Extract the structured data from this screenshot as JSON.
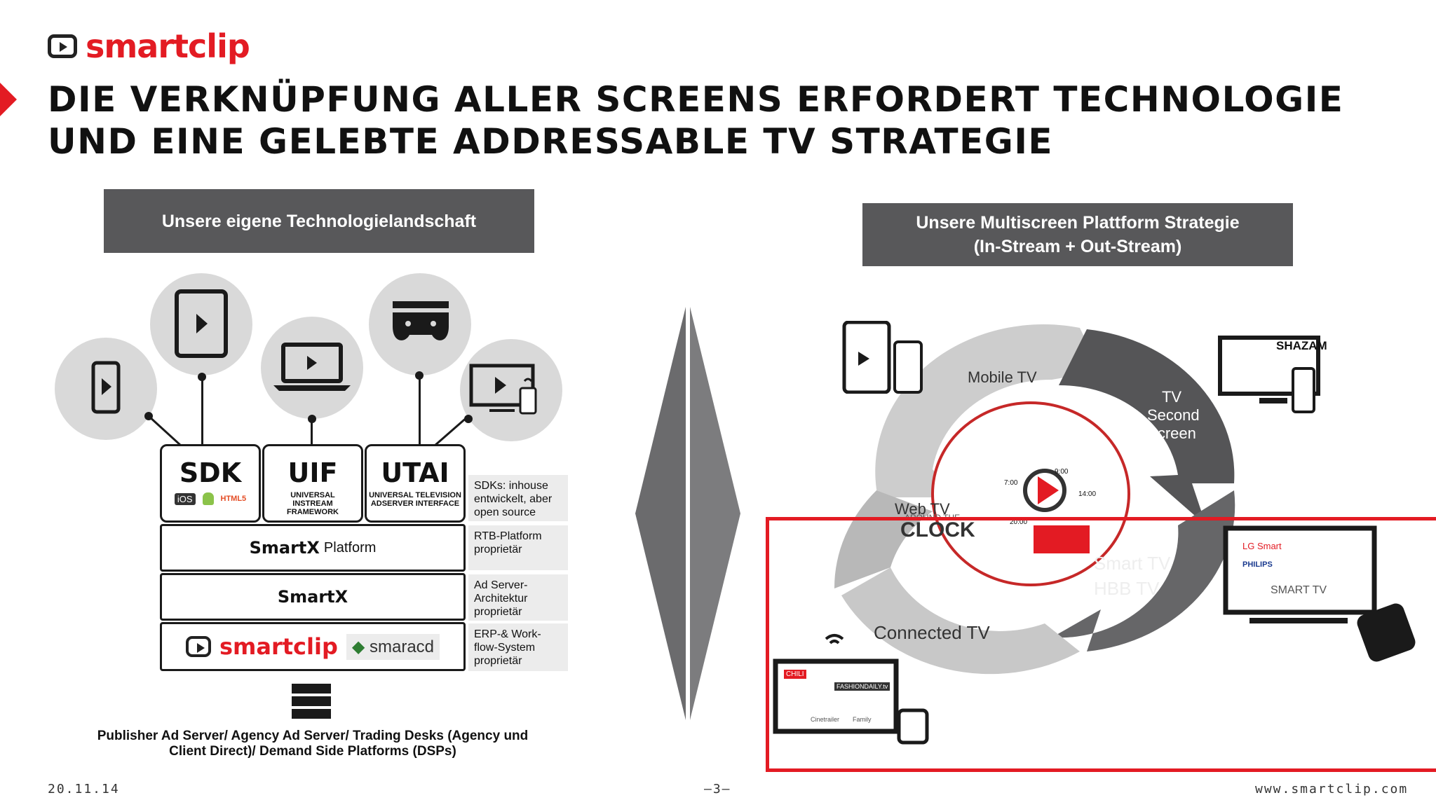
{
  "brand": {
    "logo_text": "smartclip",
    "accent": "#e31b23"
  },
  "title": {
    "line1": "DIE VERKNÜPFUNG ALLER SCREENS ERFORDERT TECHNOLOGIE",
    "line2": "UND EINE GELEBTE ADDRESSABLE TV STRATEGIE"
  },
  "left": {
    "header": "Unsere eigene Technologielandschaft",
    "devices": [
      "phone-icon",
      "tablet-icon",
      "laptop-icon",
      "gameconsole-icon",
      "tv-remote-icon"
    ],
    "stack": {
      "sdk": {
        "label": "SDK",
        "badges": [
          "iOS",
          "android-icon",
          "HTML5"
        ]
      },
      "uif": {
        "label": "UIF",
        "sub": "UNIVERSAL INSTREAM FRAMEWORK"
      },
      "utai": {
        "label": "UTAI",
        "sub": "UNIVERSAL TELEVISION ADSERVER INTERFACE"
      },
      "smartx_platform": {
        "bold": "SmartX",
        "rest": "Platform"
      },
      "smartx": "SmartX",
      "bottom": {
        "smartclip": "smartclip",
        "smaracd": "smaracd"
      }
    },
    "notes": [
      "SDKs: inhouse entwickelt, aber open source",
      "RTB-Platform proprietär",
      "Ad Server-Architektur proprietär",
      "ERP-& Work-flow-System proprietär"
    ],
    "caption_line1": "Publisher Ad Server/ Agency Ad Server/ Trading Desks (Agency und",
    "caption_line2": "Client Direct)/ Demand Side Platforms (DSPs)"
  },
  "right": {
    "header_line1": "Unsere Multiscreen Plattform Strategie",
    "header_line2": "(In-Stream + Out-Stream)",
    "segments": {
      "mobile": "Mobile TV",
      "second1": "TV",
      "second2": "Second",
      "second3": "Screen",
      "web": "Web TV",
      "smart1": "Smart TV",
      "smart2": "HBB TV",
      "connected": "Connected TV"
    },
    "center": {
      "clock_top": "AROUND THE",
      "clock": "CLOCK",
      "times": [
        "7:00",
        "9:00",
        "14:00",
        "20:00"
      ]
    },
    "brands": {
      "shazam": "SHAZAM",
      "lg": "LG Smart",
      "philips": "PHILIPS",
      "smarttv": "SMART TV",
      "chili": "CHILI",
      "fashion": "FASHIONDAILY.tv",
      "cine": "Cinetrailer",
      "family": "Family"
    }
  },
  "footer": {
    "date": "20.11.14",
    "page": "–3–",
    "url": "www.smartclip.com"
  }
}
